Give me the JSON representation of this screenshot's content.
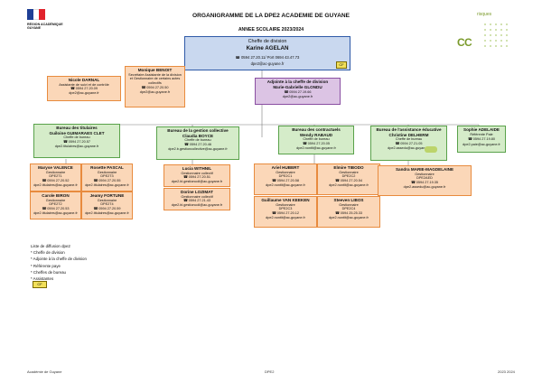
{
  "header": {
    "title": "ORGANIGRAMME DE LA DPE2 ACADEMIE DE GUYANE",
    "subtitle": "ANNEE SCOLAIRE 2023/2024",
    "logo_text": [
      "RÉGION ACADÉMIQUE",
      "GUYANE"
    ]
  },
  "chief": {
    "title": "Cheffe de division",
    "name": "Karine AGELAN",
    "phone": "☎ 0594 27.20.11/ Port 0694 43.47.73",
    "email": "dpe2@ac-guyane.fr",
    "tag": "CF"
  },
  "left_top": [
    {
      "name": "Nicole DARNAL",
      "role": "Assistante de suivi et de contrôle",
      "phone": "☎ 0594 27.20.09",
      "email": "dpe2@ac-guyane.fr"
    },
    {
      "name": "Monique BENOIT",
      "role": "Secrétaire Assistante de la division et Gestionnaire de certains actes collectifs",
      "phone": "☎ 0594 27.20.50",
      "email": "dpe2@ac-guyane.fr"
    }
  ],
  "deputy": {
    "title": "Adjointe à la cheffe de division",
    "name": "Marie-Gabrielle GLONDU",
    "phone": "☎ 0594 27.19.66",
    "email": "dpe2@ac-guyane.fr"
  },
  "bureaus": [
    {
      "title": "Bureau des titulaires",
      "name": "Guiloine GUIMARAES CLET",
      "role": "Cheffe de bureau",
      "phone": "☎ 0594 27.20.57",
      "email": "dpe2.titulaires@ac-guyane.fr"
    },
    {
      "title": "Bureau de la gestion collective",
      "name": "Claudia BOYCE",
      "role": "Cheffe de bureau",
      "phone": "☎ 0594 27.20.46",
      "email": "dpe2.b.gestioncollective@ac-guyane.fr"
    },
    {
      "title": "Bureau des contractuels",
      "name": "Wendy RABAUD",
      "role": "Cheffe de bureau",
      "phone": "☎ 0594 27.20.05",
      "email": "dpe2.nontit@ac-guyane.fr"
    },
    {
      "title": "Bureau de l'assistance éducative",
      "name": "Christine DELHERM",
      "role": "Cheffe de bureau",
      "phone": "☎ 0594 27.21.05",
      "email": "dpe2.assedu@ac-guyane.fr"
    },
    {
      "title": "Sophie ADELAIDE",
      "name": "Référente Paie",
      "role": "",
      "phone": "☎ 0594 27.19.80",
      "email": "dpe2.paie@ac-guyane.fr"
    }
  ],
  "staff": {
    "titulaires": [
      {
        "name": "Maryse VALENCE",
        "role": "Gestionnaire",
        "code": "DPE2T1",
        "phone": "☎ 0594 27.20.52",
        "email": "dpe2.titulaires@ac-guyane.fr"
      },
      {
        "name": "Rosette PASCAL",
        "role": "Gestionnaire",
        "code": "DPE2T3",
        "phone": "☎ 0594 27.20.55",
        "email": "dpe2.titulaires@ac-guyane.fr"
      },
      {
        "name": "Carole BIRON",
        "role": "Gestionnaire",
        "code": "DPE2T2",
        "phone": "☎ 0594 27.20.53",
        "email": "dpe2.titulaires@ac-guyane.fr"
      },
      {
        "name": "Jeamy FORTUNE",
        "role": "Gestionnaire",
        "code": "DPE2T4",
        "phone": "☎ 0594 27.20.59",
        "email": "dpe2.titulaires@ac-guyane.fr"
      }
    ],
    "collective": [
      {
        "name": "Lucia WITHNIL",
        "role": "Gestionnaire collectif",
        "phone": "☎ 0594 27.20.51",
        "email": "dpe2.bl.gestioncoll@ac-guyane.fr"
      },
      {
        "name": "Dorine LOZIMAT",
        "role": "Gestionnaire collectif",
        "phone": "☎ 0594 27.21.43",
        "email": "dpe2.bl.gestioncoll@ac-guyane.fr"
      }
    ],
    "contractuels": [
      {
        "name": "Ariel HUBERT",
        "role": "Gestionnaire",
        "code": "DPE2C1",
        "phone": "☎ 0594 27.20.58",
        "email": "dpe2.nontit@ac-guyane.fr"
      },
      {
        "name": "Elmire TIBODO",
        "role": "Gestionnaire",
        "code": "DPE2C2",
        "phone": "☎ 0594 27.20.54",
        "email": "dpe2.nontit@ac-guyane.fr"
      },
      {
        "name": "Guillaume VAN KEEKEN",
        "role": "Gestionnaire",
        "code": "DPE2C3",
        "phone": "☎ 0594 27.20.12",
        "email": "dpe2.nontit@ac-guyane.fr"
      },
      {
        "name": "Steeven LIBOS",
        "role": "Gestionnaire",
        "code": "DPE2C4",
        "phone": "☎ 0594 25.25.33",
        "email": "dpe2.nontit@ac-guyane.fr"
      }
    ],
    "assedu": [
      {
        "name": "Sandra MARIE-MAGDELAINE",
        "role": "Gestionnaire",
        "code": "DPE2AED",
        "phone": "☎ 0594 27.19.35",
        "email": "dpe2.assedu@ac-guyane.fr"
      }
    ]
  },
  "diffusion": {
    "title": "Liste de diffusion dpe2",
    "items": [
      "* Cheffe de division",
      "* Adjointe à la cheffe de division",
      "* Référente paye",
      "* Cheffes de bureau",
      "* Assistantes"
    ],
    "tag": "CF"
  },
  "brand_right": {
    "text": "risques"
  },
  "footer": {
    "left": "Académie de Guyane",
    "center": "DPE2",
    "right": "2023 2024"
  }
}
